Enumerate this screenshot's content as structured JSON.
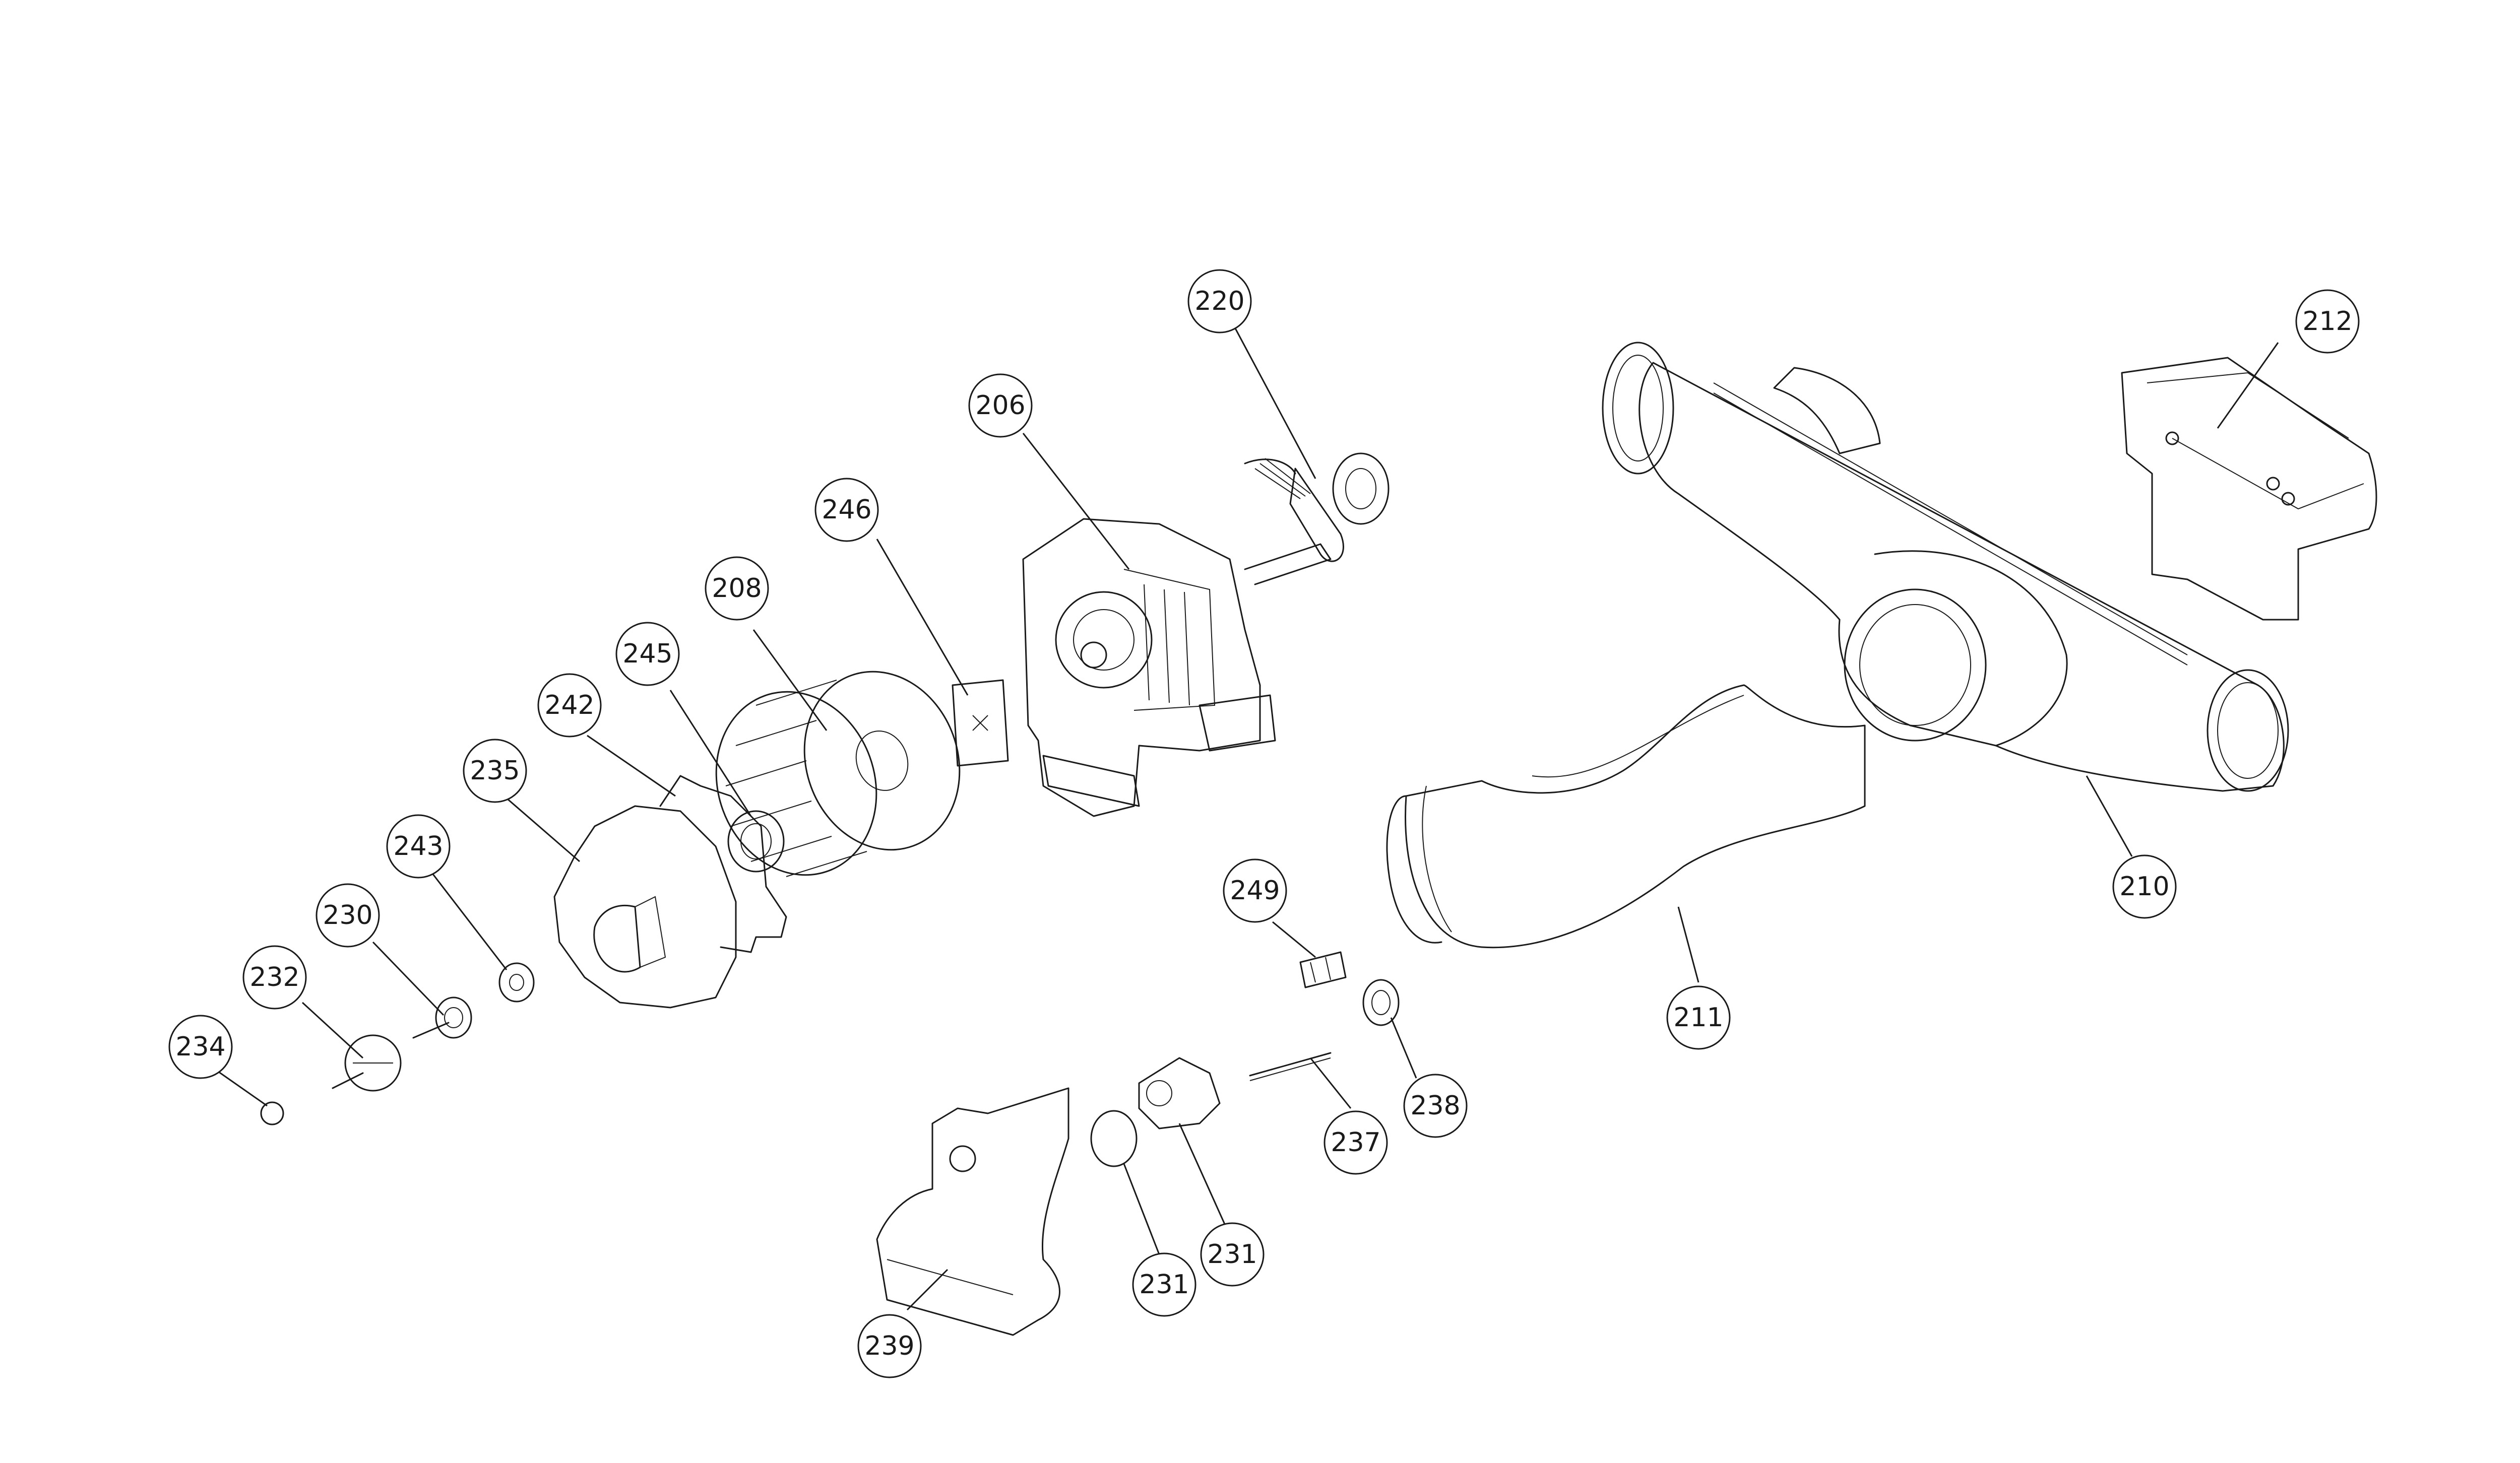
{
  "callouts": [
    {
      "id": "220",
      "label": "220"
    },
    {
      "id": "206",
      "label": "206"
    },
    {
      "id": "246",
      "label": "246"
    },
    {
      "id": "208",
      "label": "208"
    },
    {
      "id": "245",
      "label": "245"
    },
    {
      "id": "242",
      "label": "242"
    },
    {
      "id": "235",
      "label": "235"
    },
    {
      "id": "243",
      "label": "243"
    },
    {
      "id": "230",
      "label": "230"
    },
    {
      "id": "232",
      "label": "232"
    },
    {
      "id": "234",
      "label": "234"
    },
    {
      "id": "212",
      "label": "212"
    },
    {
      "id": "210",
      "label": "210"
    },
    {
      "id": "211",
      "label": "211"
    },
    {
      "id": "249",
      "label": "249"
    },
    {
      "id": "238",
      "label": "238"
    },
    {
      "id": "237",
      "label": "237"
    },
    {
      "id": "231a",
      "label": "231"
    },
    {
      "id": "231b",
      "label": "231"
    },
    {
      "id": "239",
      "label": "239"
    }
  ],
  "colors": {
    "ink": "#1a1a1a",
    "background": "#ffffff"
  }
}
